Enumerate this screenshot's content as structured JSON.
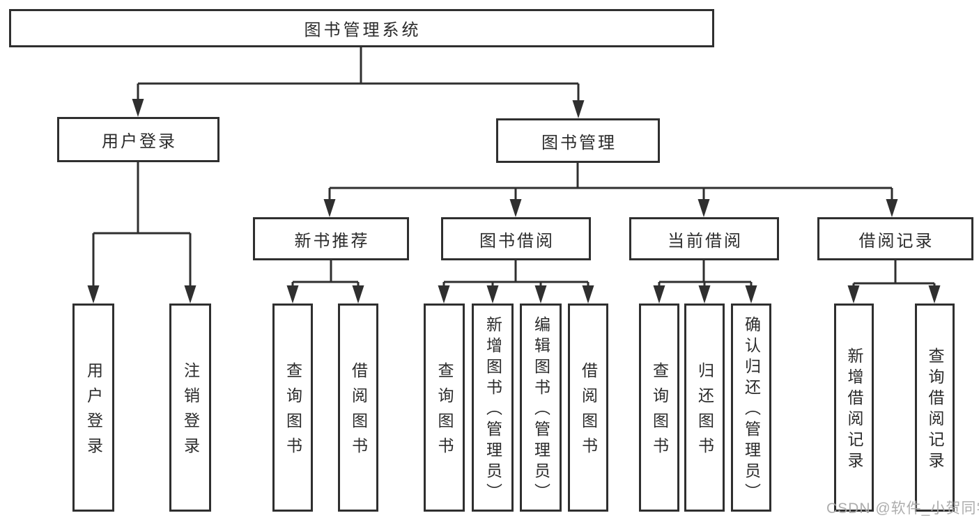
{
  "tree": {
    "label": "图书管理系统",
    "children": [
      {
        "label": "用户登录",
        "children": [
          {
            "label": "用户登录"
          },
          {
            "label": "注销登录"
          }
        ]
      },
      {
        "label": "图书管理",
        "children": [
          {
            "label": "新书推荐",
            "children": [
              {
                "label": "查询图书"
              },
              {
                "label": "借阅图书"
              }
            ]
          },
          {
            "label": "图书借阅",
            "children": [
              {
                "label": "查询图书"
              },
              {
                "label": "新增图书（管理员）"
              },
              {
                "label": "编辑图书（管理员）"
              },
              {
                "label": "借阅图书"
              }
            ]
          },
          {
            "label": "当前借阅",
            "children": [
              {
                "label": "查询图书"
              },
              {
                "label": "归还图书"
              },
              {
                "label": "确认归还（管理员）"
              }
            ]
          },
          {
            "label": "借阅记录",
            "children": [
              {
                "label": "新增借阅记录"
              },
              {
                "label": "查询借阅记录"
              }
            ]
          }
        ]
      }
    ]
  },
  "watermark": {
    "text": "CSDN @软件_小贺同学"
  },
  "colors": {
    "line": "#2f2f2f",
    "text": "#2b2b2b",
    "box_bg": "#ffffff",
    "watermark": "#a9a9a9",
    "background": "#ffffff"
  }
}
